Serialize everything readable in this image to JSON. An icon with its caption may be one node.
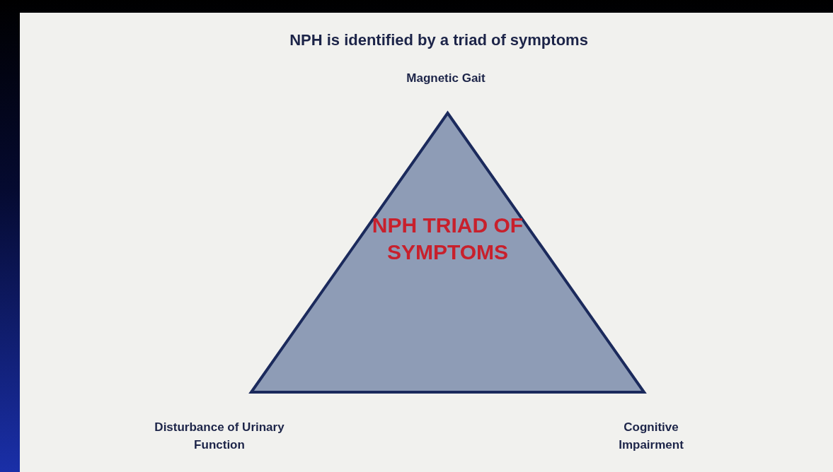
{
  "diagram": {
    "title": "NPH is identified by a triad of symptoms",
    "nodes": [
      {
        "text": [
          "NPH TRIAD OF SYMPTOMS"
        ]
      }
    ],
    "labels": [
      "Magnetic Gait",
      "Disturbance of Urinary Function",
      "Cognitive Impairment"
    ]
  }
}
